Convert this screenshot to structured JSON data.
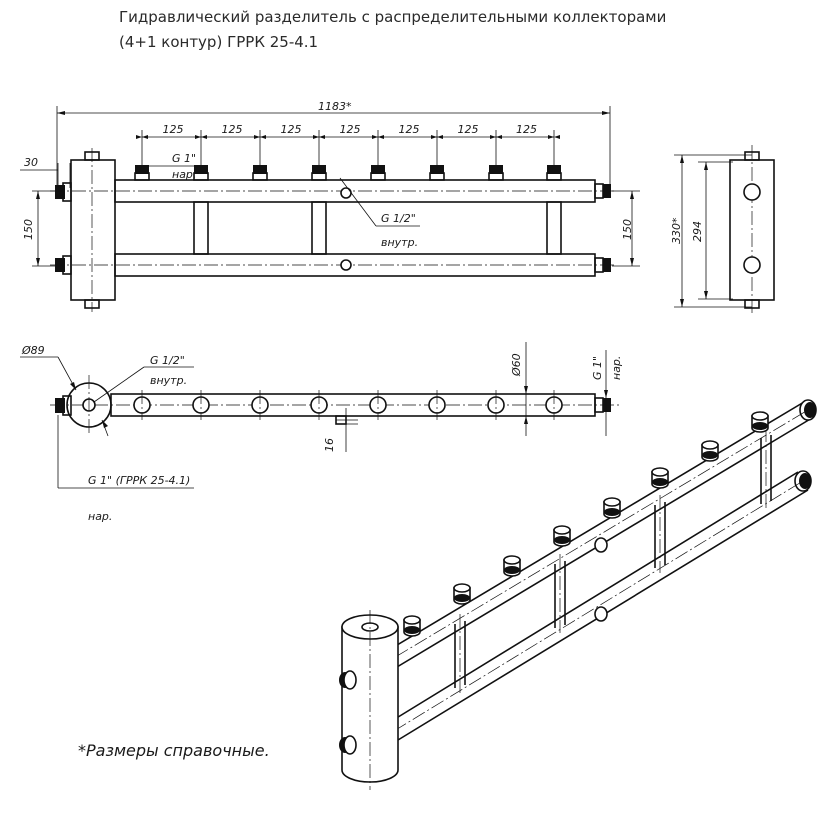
{
  "title": {
    "line1": "Гидравлический разделитель с распределительными коллекторами",
    "line2": "(4+1 контур) ГРРК 25-4.1"
  },
  "dimensions": {
    "overall_length": "1183*",
    "spacing": "125",
    "offset_30": "30",
    "height_150_left": "150",
    "height_150_right": "150",
    "side_height_330": "330*",
    "side_height_294": "294",
    "diameter_89": "Ø89",
    "diameter_60": "Ø60",
    "dim_16": "16"
  },
  "labels": {
    "thread_g1_top": "G 1\"",
    "thread_nar_top": "нар.",
    "thread_g12_front": "G 1/2\"",
    "thread_vnutr_front": "внутр.",
    "thread_g12_plan": "G 1/2\"",
    "thread_vnutr_plan": "внутр.",
    "thread_g1_right": "G 1\"",
    "thread_nar_right": "нар.",
    "thread_g1_model": "G 1\" (ГРРК 25-4.1)",
    "thread_nar_model": "нар."
  },
  "footnote": "*Размеры справочные."
}
